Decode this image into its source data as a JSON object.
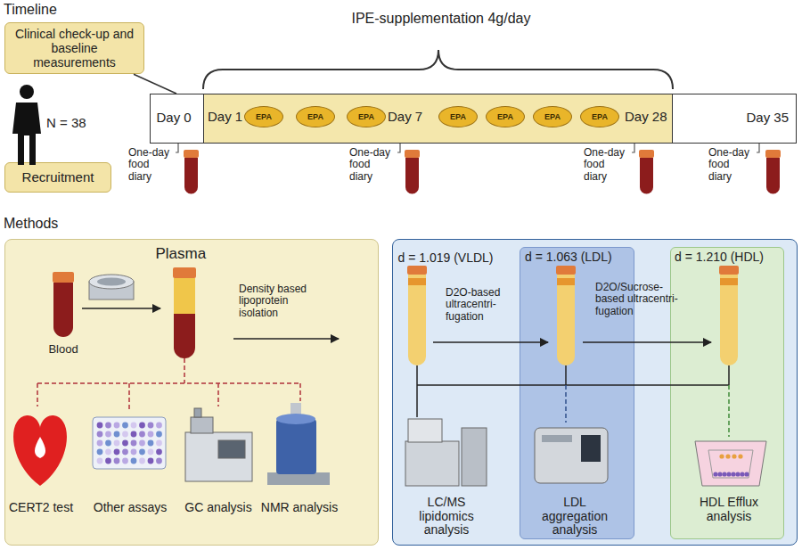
{
  "diagram": {
    "nodes": [
      {
        "text": [
          "Clinical check-up and baseline measurements"
        ]
      },
      {
        "text": [
          "Recruitment"
        ]
      },
      {
        "text": [
          "Day 0",
          "Day 35"
        ]
      },
      {
        "text": [
          "Day 1",
          "Day 7",
          "Day 28"
        ],
        "in": 2
      },
      {
        "text": [
          "EPA"
        ],
        "in": 3
      },
      {
        "text": [
          "EPA"
        ],
        "in": 3
      },
      {
        "text": [
          "EPA"
        ],
        "in": 3
      },
      {
        "text": [
          "EPA"
        ],
        "in": 3
      },
      {
        "text": [
          "EPA"
        ],
        "in": 3
      },
      {
        "text": [
          "EPA"
        ],
        "in": 3
      },
      {
        "text": [
          "EPA"
        ],
        "in": 3
      },
      {
        "text": [
          "Plasma"
        ]
      },
      {
        "text": [
          "d = 1.019 (VLDL)"
        ]
      },
      {
        "text": [
          "d = 1.063 (LDL)"
        ],
        "in": 12
      },
      {
        "text": [
          "d = 1.210 (HDL)"
        ],
        "in": 12
      }
    ],
    "edges": [
      {
        "from": 0,
        "to": 2,
        "arrow": "none"
      }
    ],
    "labels": [
      "Timeline",
      "IPE-supplementation 4g/day",
      "N = 38",
      "One-day food diary",
      "One-day food diary",
      "One-day food diary",
      "One-day food diary",
      "Methods",
      "Blood",
      "Density based lipoprotein isolation",
      "D2O-based ultracentri- fugation",
      "D2O/Sucrose- based ultracentri- fugation",
      "CERT2 test",
      "Other assays",
      "GC analysis",
      "NMR analysis",
      "LC/MS lipidomics analysis",
      "LDL aggregation analysis",
      "HDL Efflux analysis"
    ]
  }
}
